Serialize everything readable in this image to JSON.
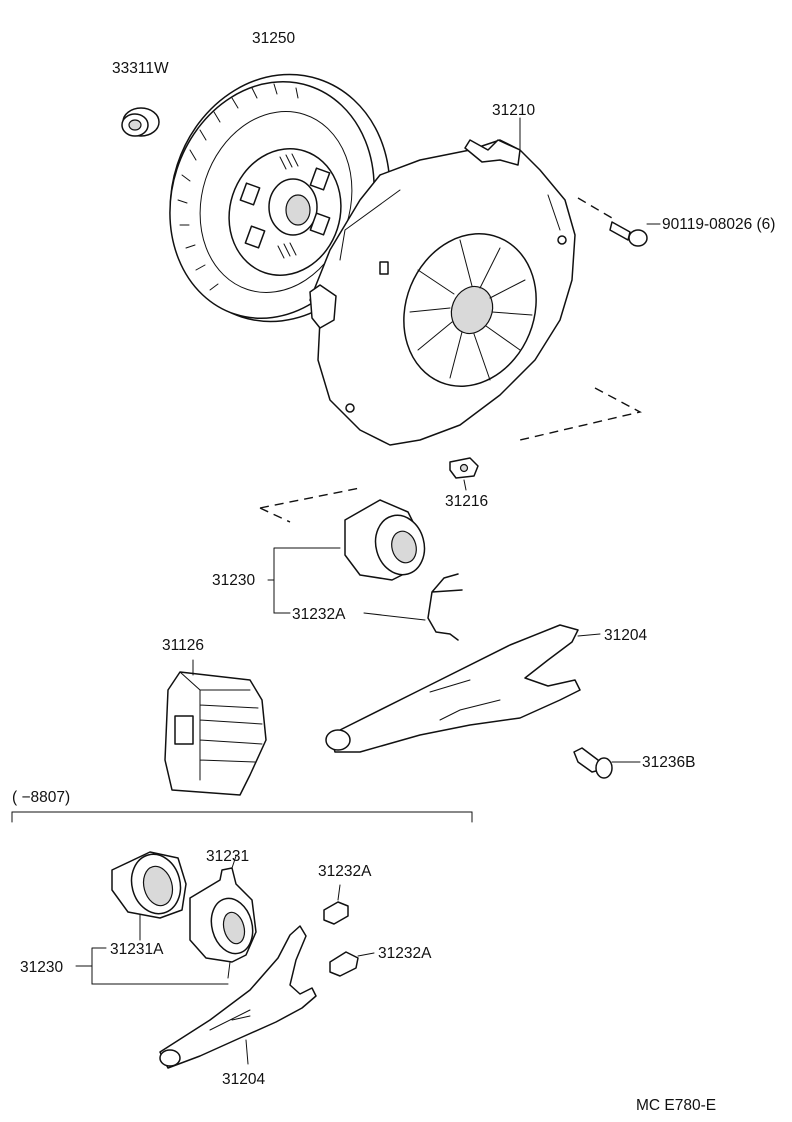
{
  "parts": {
    "p33311w": "33311W",
    "p31250": "31250",
    "p31210": "31210",
    "p90119": "90119-08026 (6)",
    "p31216": "31216",
    "p31230_top": "31230",
    "p31232a_top": "31232A",
    "p31204_top": "31204",
    "p31126": "31126",
    "p31236b": "31236B",
    "p31231": "31231",
    "p31232a_1": "31232A",
    "p31231a": "31231A",
    "p31230_bottom": "31230",
    "p31232a_2": "31232A",
    "p31204_bottom": "31204"
  },
  "range_note": "(       −8807)",
  "footer_code": "MC  E780-E"
}
